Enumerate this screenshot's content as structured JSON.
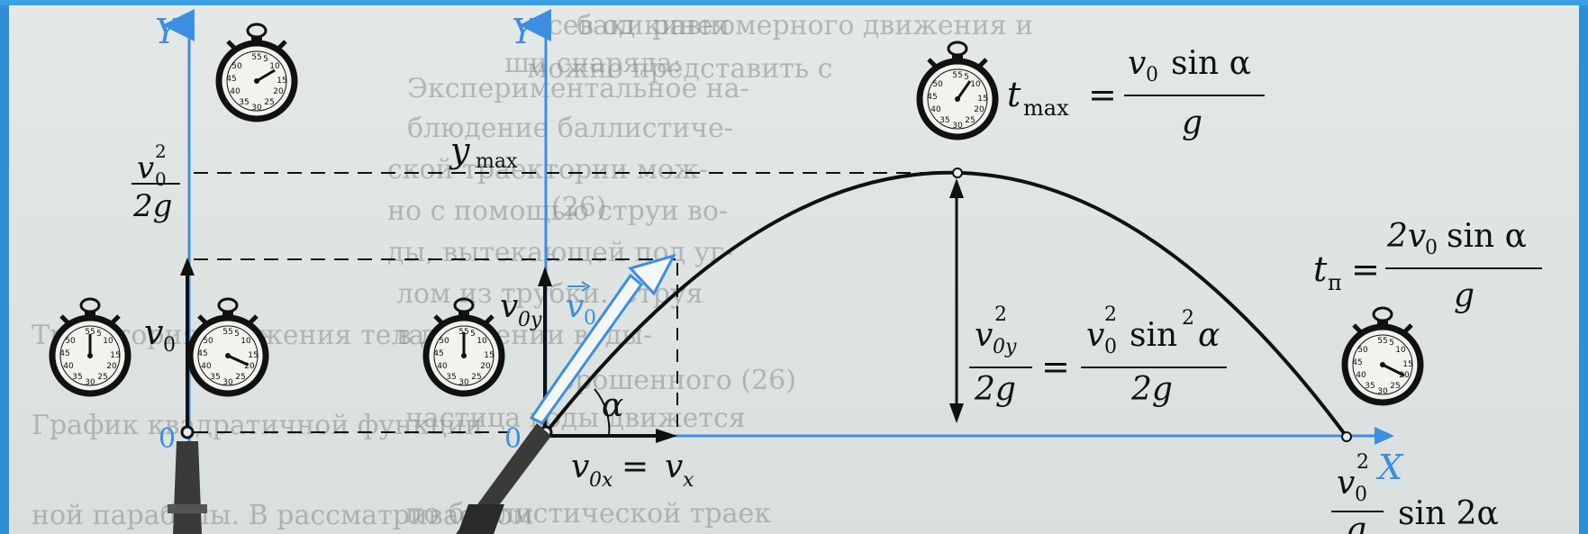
{
  "axes": {
    "left_y": "Y",
    "right_y": "Y",
    "x": "X",
    "left_origin": "0",
    "right_origin": "0"
  },
  "labels": {
    "v0": "v",
    "v0_sub": "0",
    "v0y": "v",
    "v0y_sub": "0y",
    "vec_v0": "v",
    "vec_v0_sub": "0",
    "alpha": "α",
    "v0x": "v",
    "v0x_sub": "0x",
    "eq": "=",
    "vx": "v",
    "vx_sub": "x",
    "ymax": "y",
    "ymax_sub": "max",
    "h_left_num": "v",
    "h_left_num_sub": "0",
    "h_left_num_sup": "2",
    "h_left_den": "2g",
    "tmax_t": "t",
    "tmax_sub": "max",
    "tmax_eq": "=",
    "tmax_num": "v",
    "tmax_num_sub": "0",
    "tmax_num_rest": "sin α",
    "tmax_den": "g",
    "tp_t": "t",
    "tp_sub": "п",
    "tp_eq": "=",
    "tp_num_pre": "2v",
    "tp_num_sub": "0",
    "tp_num_rest": "sin α",
    "tp_den": "g",
    "h_mid_num": "v",
    "h_mid_num_sub": "0y",
    "h_mid_num_sup": "2",
    "h_mid_den": "2g",
    "h_mid_eq": "=",
    "h_mid_num2": "v",
    "h_mid_num2_sub": "0",
    "h_mid_num2_sup": "2",
    "h_mid_num2_rest": "sin",
    "h_mid_num2_sup2": "2",
    "h_mid_num2_alpha": "α",
    "h_mid_den2": "2g",
    "range_num": "v",
    "range_num_sub": "0",
    "range_num_sup": "2",
    "range_den": "g",
    "range_rest": "sin 2α"
  },
  "background_text": [
    "сев од кинея",
    "ши снаряда:",
    "Экспериментальное на-",
    "блюдение баллистиче-",
    "ской траектории мож-",
    "но с помощью струи во-",
    "ды, вытекающей под уг-",
    "лом из трубки. Струя",
    "в движении воды-",
    "частица воды движется",
    "по баллистической траек",
    "баки равномерного движения и",
    "можно представить с",
    "Траектория движения тела,",
    "брошенного (26)",
    "График квадратичной функции",
    "ной параболы. В рассматриваемом",
    "(26)"
  ],
  "stopwatch_dial": [
    "55",
    "5",
    "50",
    "10",
    "45",
    "15",
    "40",
    "20",
    "35",
    "30",
    "25"
  ],
  "colors": {
    "axis_blue": "#3c8fe0",
    "ink": "#111111",
    "frame": "#2e8fd8"
  }
}
